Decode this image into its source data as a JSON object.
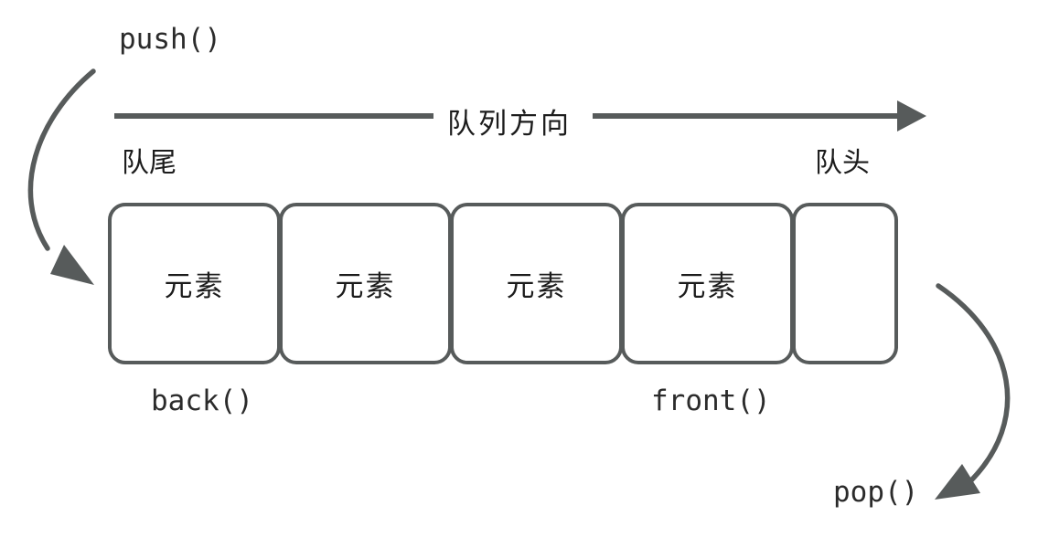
{
  "diagram": {
    "title_text": "队列方向",
    "ends": {
      "tail_label": "队尾",
      "head_label": "队头"
    },
    "operations": {
      "push_label": "push()",
      "pop_label": "pop()",
      "back_label": "back()",
      "front_label": "front()"
    },
    "cells": [
      {
        "text": "元素",
        "filled": true
      },
      {
        "text": "元素",
        "filled": true
      },
      {
        "text": "元素",
        "filled": true
      },
      {
        "text": "元素",
        "filled": true
      },
      {
        "text": "",
        "filled": false
      }
    ],
    "colors": {
      "stroke": "#575b5b",
      "text": "#1c1c1c",
      "mono_text": "#2b2b2b",
      "background": "#ffffff"
    }
  }
}
